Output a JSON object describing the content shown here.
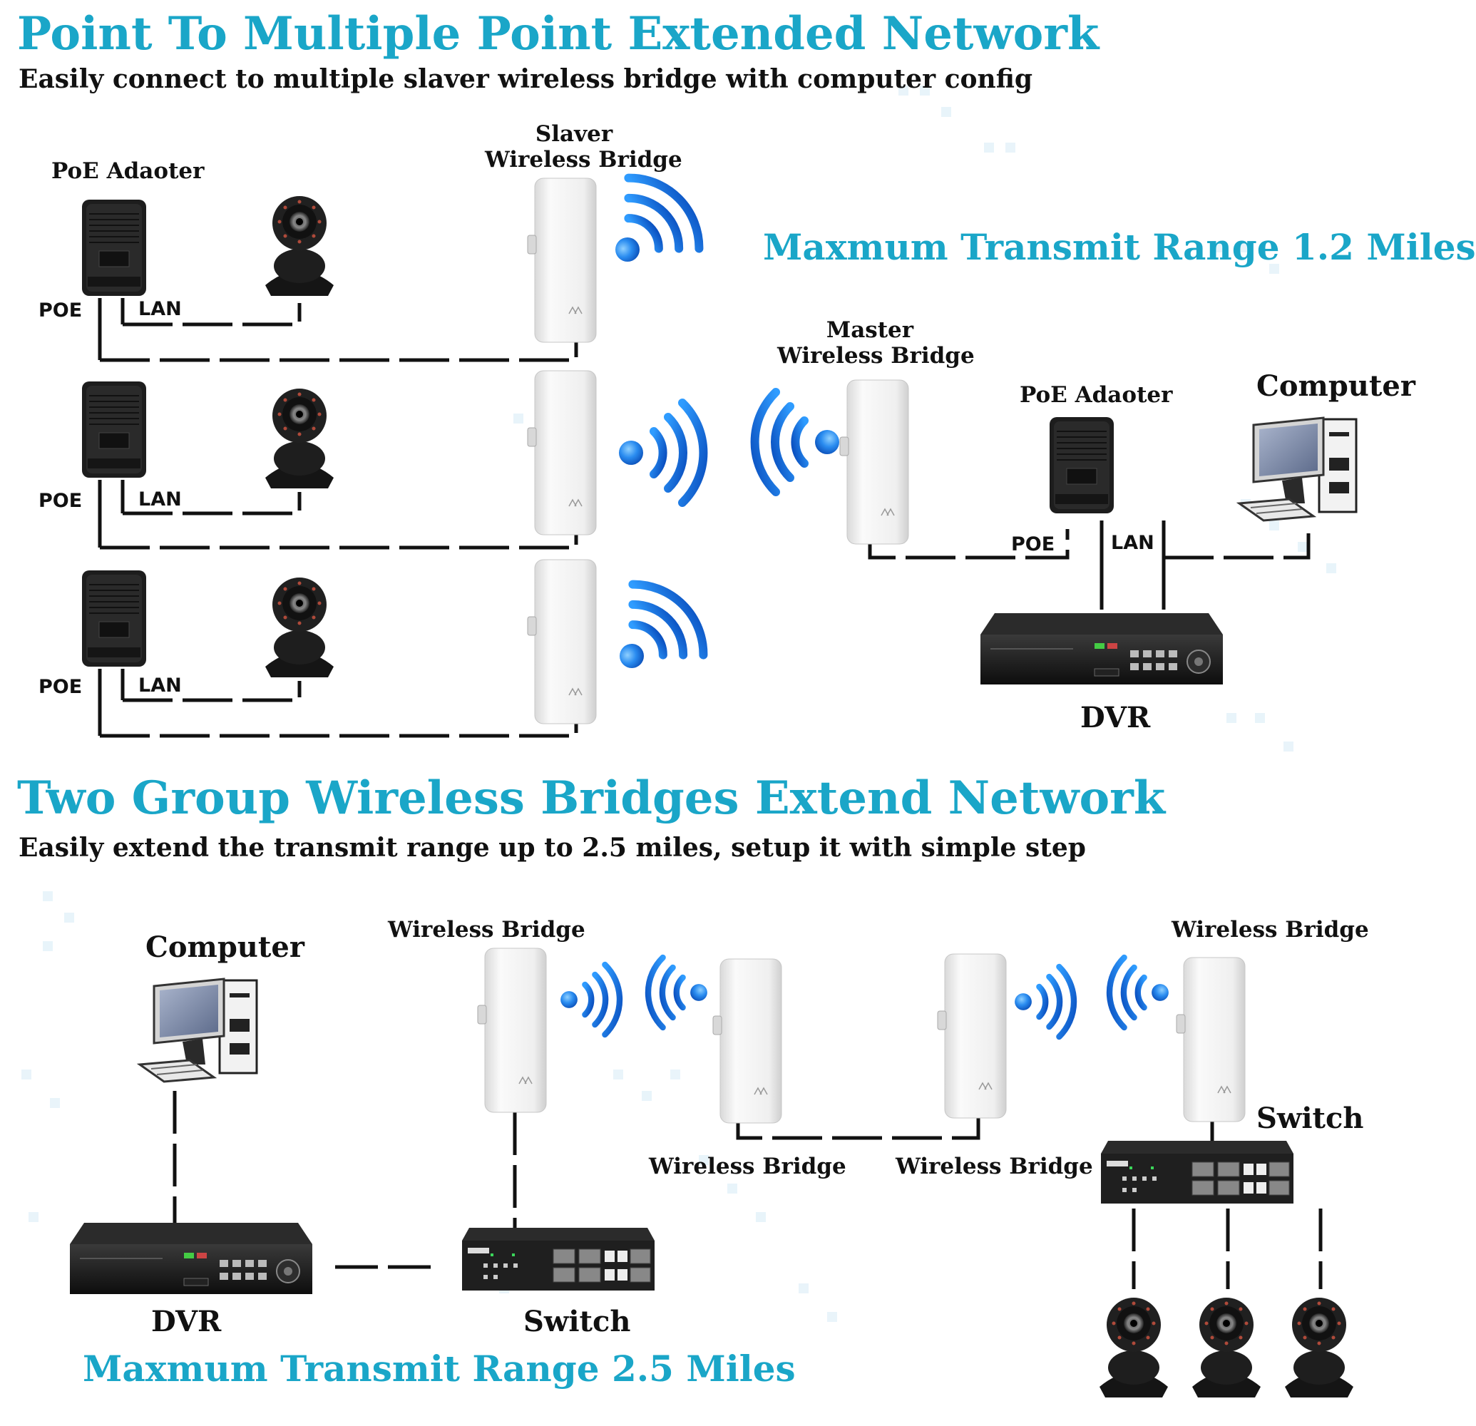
{
  "section1": {
    "title": "Point To Multiple Point Extended Network",
    "subtitle": "Easily connect to multiple slaver wireless bridge with computer config",
    "range": "Maxmum Transmit Range 1.2 Miles",
    "poe_adapter_label": "PoE Adaoter",
    "slaver_label_line1": "Slaver",
    "slaver_label_line2": "Wireless Bridge",
    "master_label_line1": "Master",
    "master_label_line2": "Wireless Bridge",
    "master_poe_label": "PoE Adaoter",
    "computer_label": "Computer",
    "dvr_label": "DVR",
    "poe_port": "POE",
    "lan_port": "LAN"
  },
  "section2": {
    "title": "Two Group Wireless Bridges Extend Network",
    "subtitle": "Easily extend the transmit range up to 2.5 miles,  setup it with simple step",
    "range": "Maxmum Transmit Range 2.5 Miles",
    "computer_label": "Computer",
    "dvr_label": "DVR",
    "switch_label_left": "Switch",
    "switch_label_right": "Switch",
    "bridge_label_1": "Wireless Bridge",
    "bridge_label_2": "Wireless Bridge",
    "bridge_label_3": "Wireless Bridge",
    "bridge_label_4": "Wireless Bridge"
  },
  "colors": {
    "accent": "#1aa6c8",
    "signal": "#1a6fd6",
    "device_dark": "#1c1c1c",
    "bridge_white": "#f2f2f2"
  },
  "icons": [
    "poe-adapter-icon",
    "ip-camera-icon",
    "wireless-bridge-icon",
    "wifi-signal-icon",
    "computer-icon",
    "dvr-icon",
    "network-switch-icon"
  ]
}
